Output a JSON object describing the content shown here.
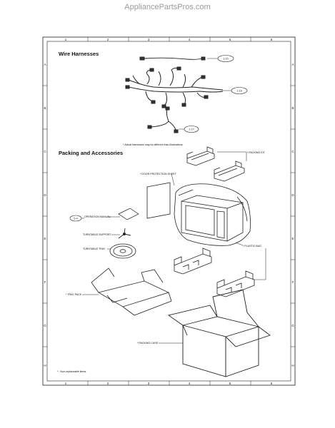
{
  "site": {
    "header": "AppliancePartsPros.com"
  },
  "sections": {
    "wire_harnesses": "Wire Harnesses",
    "packing": "Packing and Accessories"
  },
  "notes": {
    "harness": "* Actual harnesses may be different than illustrations.",
    "footnote": "* : Non-replaceable items."
  },
  "callouts": {
    "h1": "1-15",
    "h2": "1-16",
    "h3": "1-17",
    "manual_ref": "5-4"
  },
  "labels": {
    "packing_kit": "* PACKING KIT",
    "door_sheet": "* DOOR PROTECTION SHEET",
    "operation_manual": "OPERATION MANUAL",
    "turntable_support": "TURNTABLE SUPPORT",
    "turntable_tray": "TURNTABLE TRAY",
    "plastic_bag": "* PLASTIC BAG",
    "tray_pack": "* TRAY PACK",
    "packing_case": "* PACKING CASE"
  },
  "grid": {
    "cols": [
      "1",
      "2",
      "3",
      "4",
      "5",
      "6"
    ],
    "rows": [
      "A",
      "B",
      "C",
      "D",
      "E",
      "F",
      "G",
      "H"
    ]
  }
}
